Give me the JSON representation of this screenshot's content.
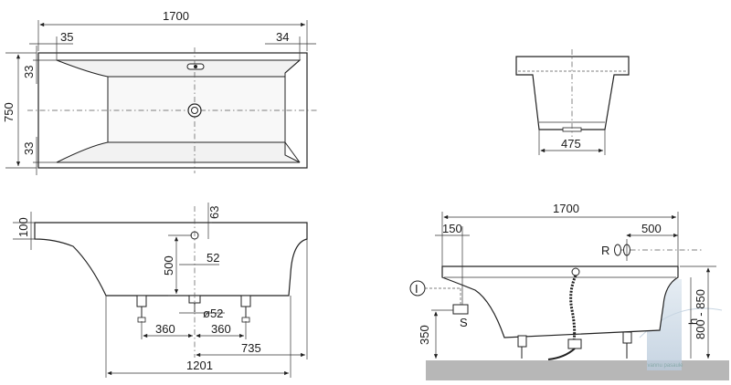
{
  "top_view": {
    "length": "1700",
    "end_left": "35",
    "end_right": "34",
    "width": "750",
    "side_top": "33",
    "side_bottom": "33"
  },
  "side_view": {
    "rim_height": "100",
    "overflow_offset": "63",
    "overflow_height": "500",
    "overflow_diameter": "52",
    "drain_diameter": "ø52",
    "leg_left": "360",
    "leg_right": "360",
    "to_end": "735",
    "leg_span": "1201"
  },
  "end_view": {
    "width": "475"
  },
  "install_view": {
    "length": "1700",
    "offset_left": "150",
    "offset_right": "500",
    "marker_r": "R",
    "marker_i": "I",
    "marker_s": "S",
    "height_range": "800 - 850",
    "height_label": "h",
    "floor_height": "350"
  },
  "watermark": "vannu\npasaule"
}
